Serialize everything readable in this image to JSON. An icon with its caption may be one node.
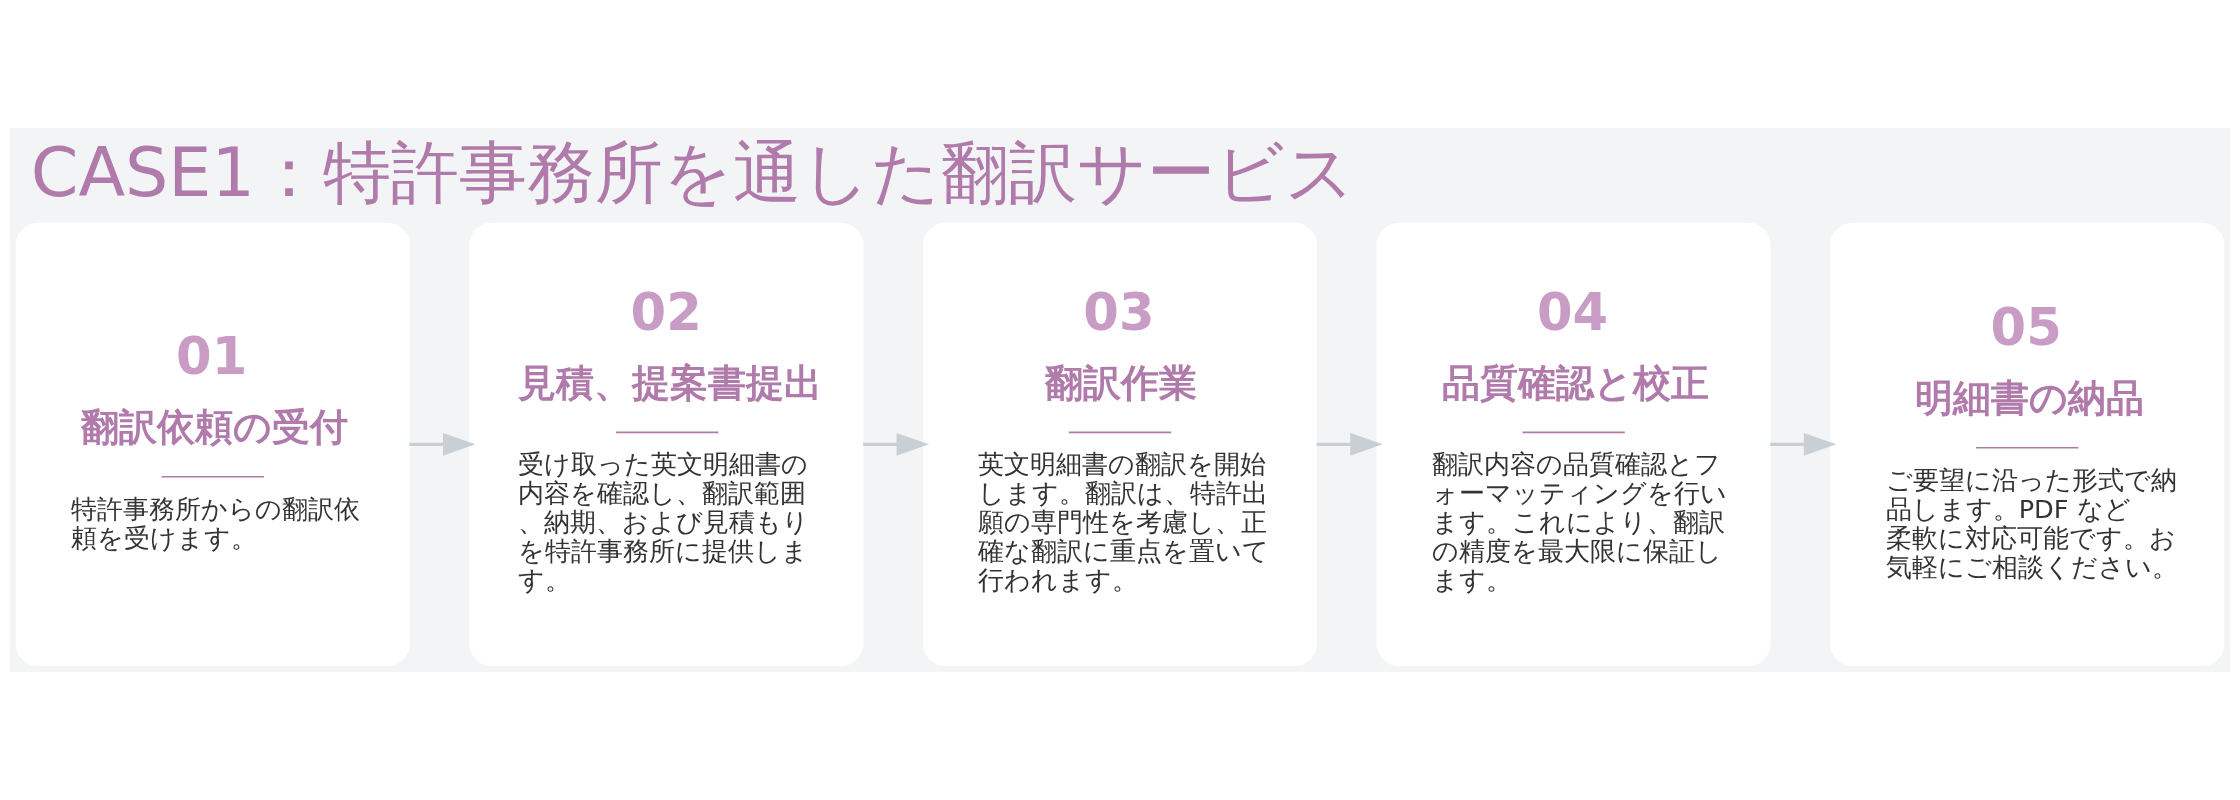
{
  "diagram": {
    "title": "CASE1：特許事務所を通した翻訳サービス",
    "nodes": [
      {
        "text": [
          "01",
          "翻訳依頼の受付",
          "特許事務所からの翻訳依頼を受けます。"
        ]
      },
      {
        "text": [
          "02",
          "見積、提案書提出",
          "受け取った英文明細書の内容を確認し、翻訳範囲、納期、および見積もりを特許事務所に提供します。"
        ]
      },
      {
        "text": [
          "03",
          "翻訳作業",
          "英文明細書の翻訳を開始します。翻訳は、特許出願の専門性を考慮し、正確な翻訳に重点を置いて行われます。"
        ]
      },
      {
        "text": [
          "04",
          "品質確認と校正",
          "翻訳内容の品質確認とフォーマッティングを行います。これにより、翻訳の精度を最大限に保証します。"
        ]
      },
      {
        "text": [
          "05",
          "明細書の納品",
          "ご要望に沿った形式で納品します。PDF など柔軟に対応可能です。お気軽にご相談ください。"
        ]
      }
    ],
    "edges": [
      {
        "from": 0,
        "to": 1,
        "arrow": "to"
      },
      {
        "from": 1,
        "to": 2,
        "arrow": "to"
      },
      {
        "from": 2,
        "to": 3,
        "arrow": "to"
      },
      {
        "from": 3,
        "to": 4,
        "arrow": "to"
      }
    ]
  }
}
